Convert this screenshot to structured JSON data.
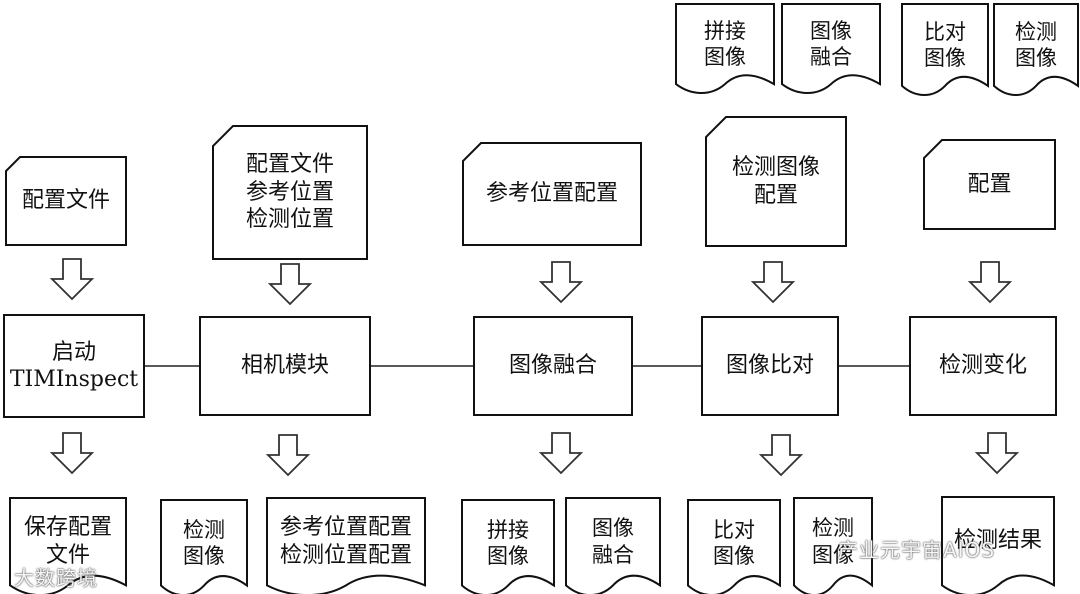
{
  "modules": [
    {
      "id": "m1",
      "lines": [
        "启动",
        "TIMInspect"
      ]
    },
    {
      "id": "m2",
      "lines": [
        "相机模块"
      ]
    },
    {
      "id": "m3",
      "lines": [
        "图像融合"
      ]
    },
    {
      "id": "m4",
      "lines": [
        "图像比对"
      ]
    },
    {
      "id": "m5",
      "lines": [
        "检测变化"
      ]
    }
  ],
  "inputs": [
    {
      "id": "i1",
      "lines": [
        "配置文件"
      ]
    },
    {
      "id": "i2",
      "lines": [
        "配置文件",
        "参考位置",
        "检测位置"
      ]
    },
    {
      "id": "i3",
      "lines": [
        "参考位置配置"
      ]
    },
    {
      "id": "i4",
      "lines": [
        "检测图像",
        "配置"
      ]
    },
    {
      "id": "i5",
      "lines": [
        "配置"
      ]
    }
  ],
  "outputs": [
    {
      "id": "o1",
      "lines": [
        "保存配置",
        "文件"
      ]
    },
    {
      "id": "o2a",
      "lines": [
        "检测",
        "图像"
      ]
    },
    {
      "id": "o2b",
      "lines": [
        "参考位置配置",
        "检测位置配置"
      ]
    },
    {
      "id": "o3a",
      "lines": [
        "拼接",
        "图像"
      ]
    },
    {
      "id": "o3b",
      "lines": [
        "图像",
        "融合"
      ]
    },
    {
      "id": "o4a",
      "lines": [
        "比对",
        "图像"
      ]
    },
    {
      "id": "o4b",
      "lines": [
        "检测",
        "图像"
      ]
    },
    {
      "id": "o5",
      "lines": [
        "检测结果"
      ]
    }
  ],
  "top_documents": [
    {
      "id": "t1",
      "lines": [
        "拼接",
        "图像"
      ]
    },
    {
      "id": "t2",
      "lines": [
        "图像",
        "融合"
      ]
    },
    {
      "id": "t3",
      "lines": [
        "比对",
        "图像"
      ]
    },
    {
      "id": "t4",
      "lines": [
        "检测",
        "图像"
      ]
    }
  ],
  "watermarks": {
    "left": "大数跨境",
    "right": "产业元宇宙AIOS"
  }
}
